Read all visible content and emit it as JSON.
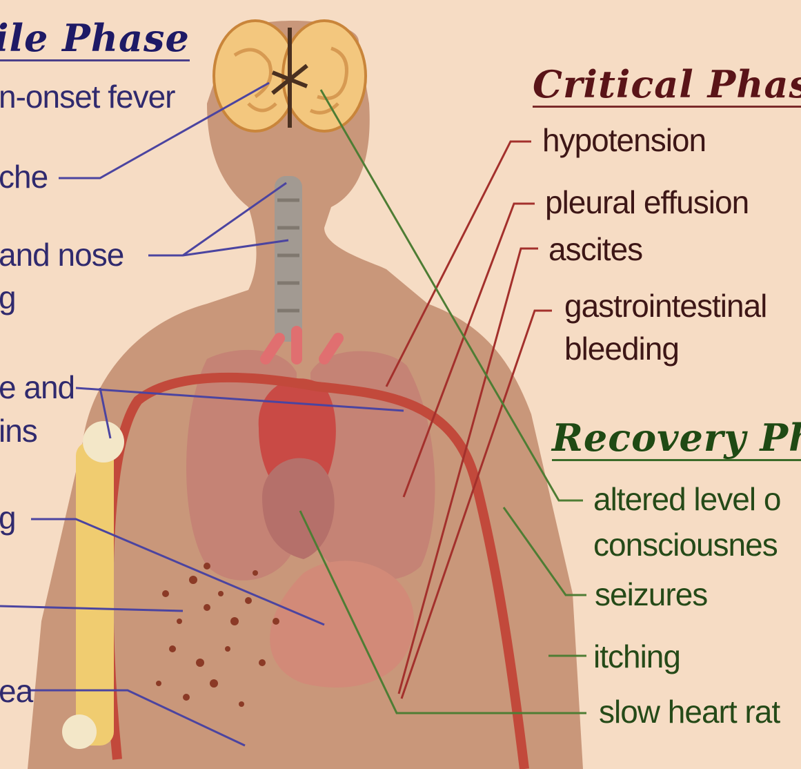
{
  "headings": {
    "febrile": "ile Phase",
    "critical": "Critical Phas",
    "recovery": "Recovery Ph"
  },
  "febrile_labels": {
    "fever": "n-onset fever",
    "headache": "che",
    "mouth_nose_1": "and nose",
    "mouth_nose_2": "g",
    "muscle_1": "e and",
    "muscle_2": "ins",
    "rash": "g",
    "nausea": "ea"
  },
  "critical_labels": {
    "hypotension": "hypotension",
    "pleural": "pleural effusion",
    "ascites": "ascites",
    "gi_1": "gastrointestinal",
    "gi_2": "bleeding"
  },
  "recovery_labels": {
    "altered_1": "altered level o",
    "altered_2": "consciousnes",
    "seizures": "seizures",
    "itching": "itching",
    "heart": "slow heart rat"
  },
  "colors": {
    "background": "#f6dcc4",
    "silhouette": "#c9977a",
    "febrile_lines": "#4b44a0",
    "critical_lines": "#a3302c",
    "recovery_lines": "#4e7d34"
  }
}
